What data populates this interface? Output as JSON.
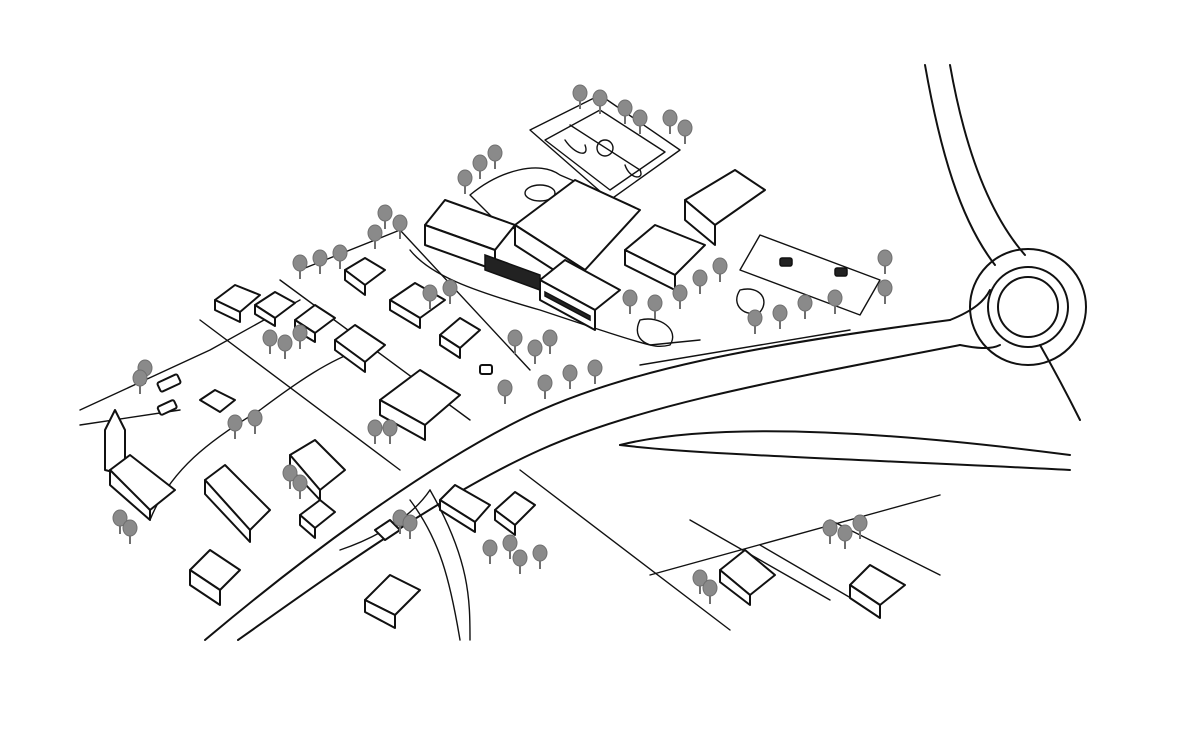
{
  "drawing": {
    "style": "isometric line drawing, black on white",
    "colors": {
      "line": "#111111",
      "tree": "#8a8a8a",
      "background": "#ffffff"
    },
    "features": [
      "main-road",
      "roundabout",
      "school-complex",
      "sports-court",
      "church",
      "houses",
      "trees",
      "parking-area"
    ]
  }
}
